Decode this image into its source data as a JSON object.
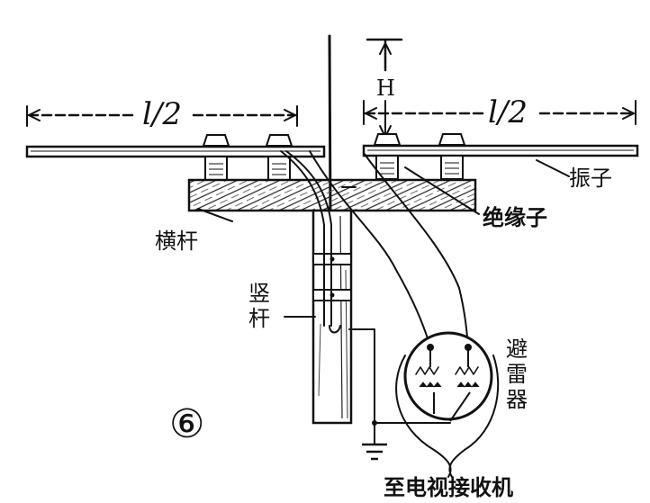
{
  "figure": {
    "number": "⑥",
    "labels": {
      "half_length_left": "l/2",
      "half_length_right": "l/2",
      "gap": "H",
      "dipole": "振子",
      "insulator": "绝缘子",
      "crossbar": "横杆",
      "mast": "竖杆",
      "arrester": "避雷器",
      "to_tv": "至电视接收机"
    }
  }
}
